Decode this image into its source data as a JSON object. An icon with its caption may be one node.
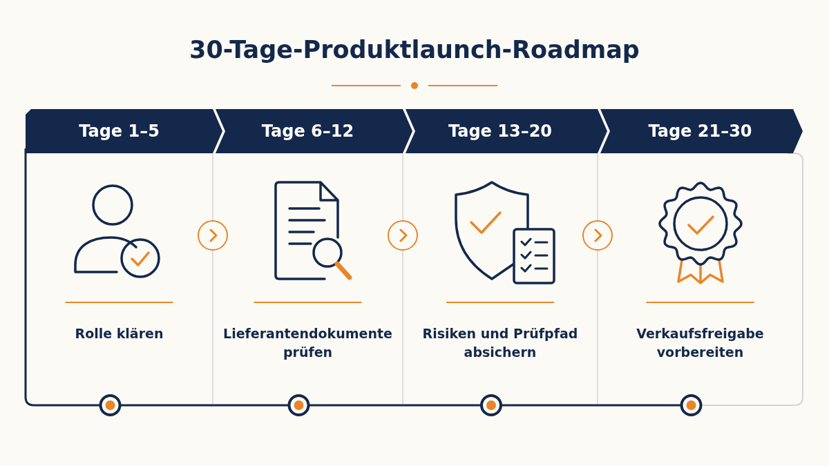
{
  "diagram": {
    "title": "30-Tage-Produktlaunch-Roadmap",
    "nodes": [
      {
        "text": [
          "Tage 1–5",
          "Rolle klären"
        ]
      },
      {
        "text": [
          "Tage 6–12",
          "Lieferantendokumente prüfen"
        ]
      },
      {
        "text": [
          "Tage 13–20",
          "Risiken und Prüfpfad absichern"
        ]
      },
      {
        "text": [
          "Tage 21–30",
          "Verkaufsfreigabe vorbereiten"
        ]
      }
    ],
    "edges": [
      {
        "from": 0,
        "to": 1,
        "arrow": "to"
      },
      {
        "from": 1,
        "to": 2,
        "arrow": "to"
      },
      {
        "from": 2,
        "to": 3,
        "arrow": "to"
      }
    ]
  }
}
